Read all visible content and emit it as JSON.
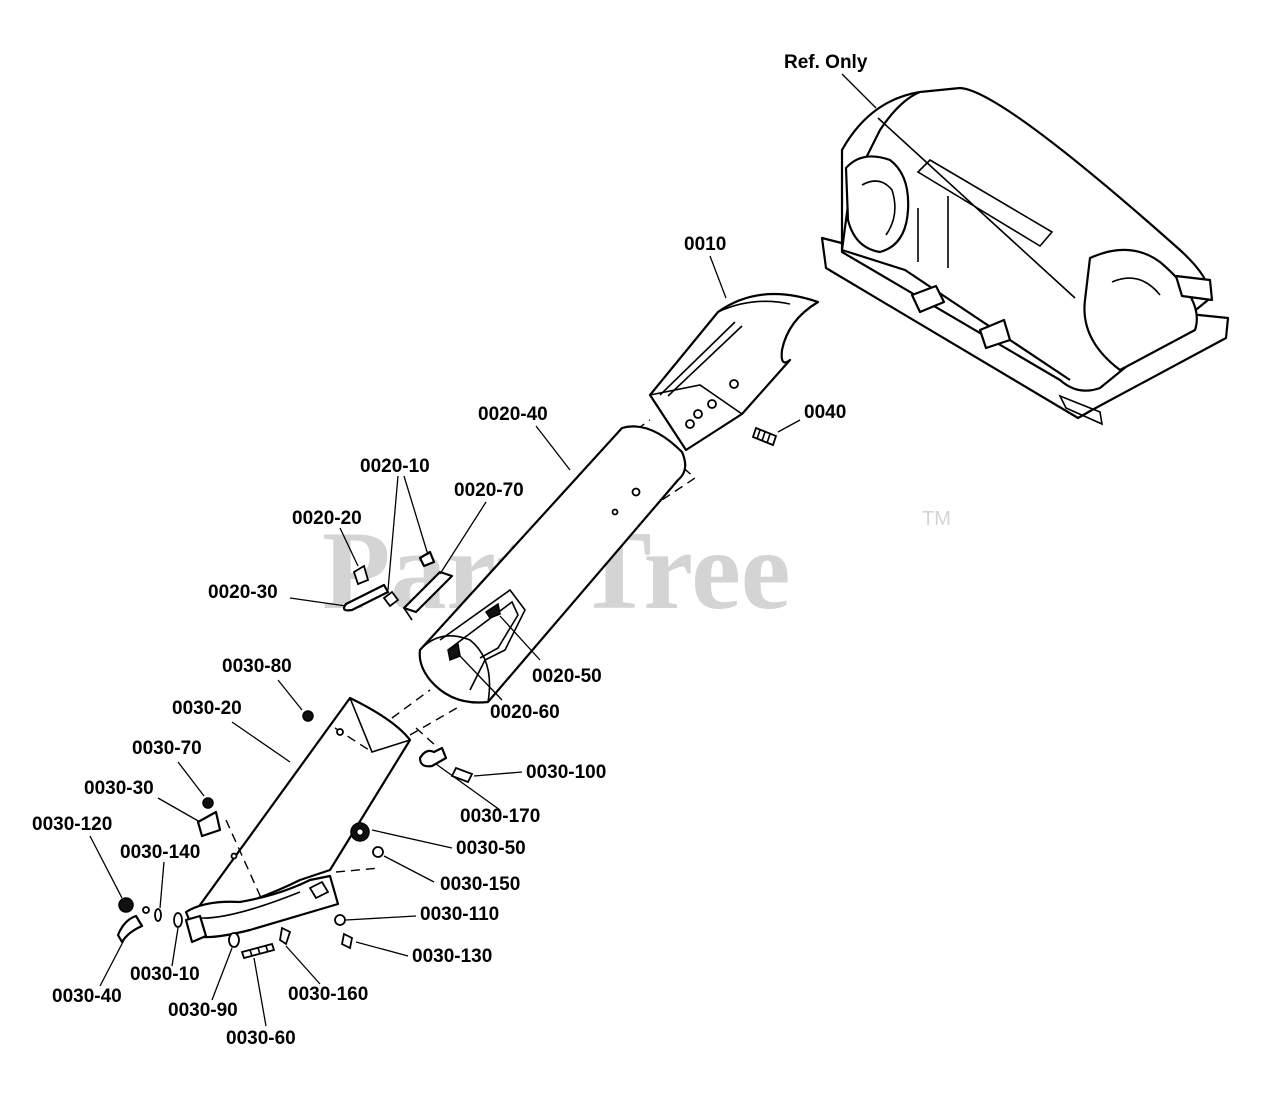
{
  "watermark": {
    "text": "PartsTree",
    "trademark": "TM"
  },
  "labels": {
    "ref_only": "Ref. Only",
    "p0010": "0010",
    "p0040": "0040",
    "p0020_40": "0020-40",
    "p0020_10": "0020-10",
    "p0020_70": "0020-70",
    "p0020_20": "0020-20",
    "p0020_30": "0020-30",
    "p0020_50": "0020-50",
    "p0020_60": "0020-60",
    "p0030_80": "0030-80",
    "p0030_20": "0030-20",
    "p0030_70": "0030-70",
    "p0030_30": "0030-30",
    "p0030_120": "0030-120",
    "p0030_140": "0030-140",
    "p0030_100": "0030-100",
    "p0030_170": "0030-170",
    "p0030_50": "0030-50",
    "p0030_150": "0030-150",
    "p0030_110": "0030-110",
    "p0030_130": "0030-130",
    "p0030_10": "0030-10",
    "p0030_40": "0030-40",
    "p0030_90": "0030-90",
    "p0030_160": "0030-160",
    "p0030_60": "0030-60"
  }
}
